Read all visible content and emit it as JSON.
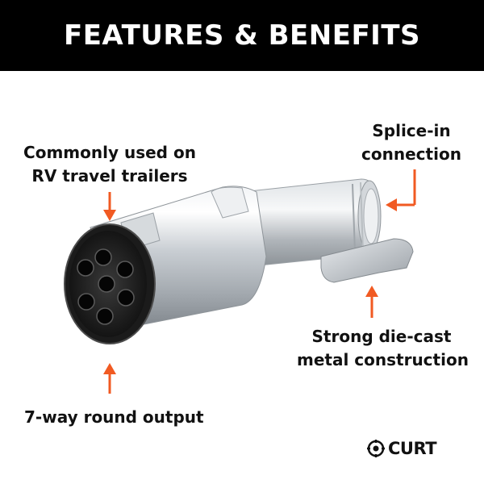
{
  "header": {
    "title": "FEATURES & BENEFITS"
  },
  "callouts": {
    "rv_trailers": [
      "Commonly used on",
      "RV travel trailers"
    ],
    "splice_in": [
      "Splice-in",
      "connection"
    ],
    "die_cast": [
      "Strong die-cast",
      "metal construction"
    ],
    "output": "7-way round output"
  },
  "logo": {
    "brand": "CURT",
    "icon": "curt-gear-icon"
  },
  "product": {
    "name_icon": "7-way-round-plug"
  },
  "colors": {
    "header_bg": "#000000",
    "header_text": "#ffffff",
    "callout_text": "#111111",
    "arrow": "#f15a22"
  }
}
